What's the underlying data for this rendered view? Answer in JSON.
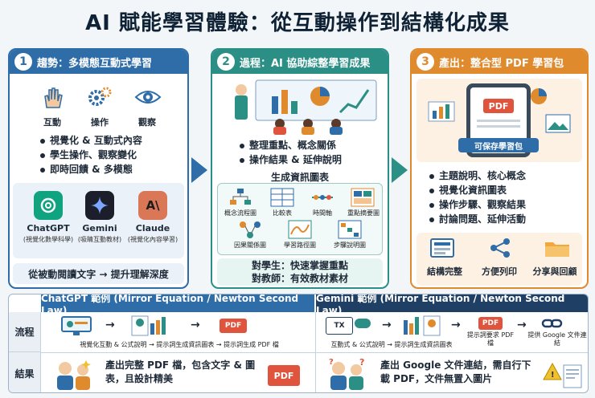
{
  "title": "AI 賦能學習體驗：從互動操作到結構化成果",
  "panel1": {
    "num": "1",
    "heading": "趨勢：多模態互動式學習",
    "icons": [
      "互動",
      "操作",
      "觀察"
    ],
    "bullets": [
      "視覺化 & 互動式內容",
      "學生操作、觀察變化",
      "即時回饋 & 多模態"
    ],
    "tools": [
      {
        "name": "ChatGPT",
        "sub": "(視覺化數學科學)"
      },
      {
        "name": "Gemini",
        "sub": "(吸睛互動教材)"
      },
      {
        "name": "Claude",
        "sub": "(視覺化內容學習)"
      }
    ],
    "footer": "從被動閱讀文字 → 提升理解深度"
  },
  "panel2": {
    "num": "2",
    "heading": "過程：AI 協助綜整學習成果",
    "bullets": [
      "整理重點、概念關係",
      "操作結果 & 延伸說明"
    ],
    "gen_title": "生成資訊圖表",
    "charts": [
      "概念流程圖",
      "比較表",
      "時間軸",
      "重點摘要圖",
      "因果關係圖",
      "學習路徑圖",
      "步驟說明圖"
    ],
    "footer1": "對學生：快速掌握重點",
    "footer2": "對教師：有效教材素材"
  },
  "panel3": {
    "num": "3",
    "heading": "產出：整合型 PDF 學習包",
    "pdf_label": "PDF",
    "badge": "可保存學習包",
    "bullets": [
      "主題說明、核心概念",
      "視覺化資訊圖表",
      "操作步驟、觀察結果",
      "討論問題、延伸活動"
    ],
    "footer_items": [
      "結構完整",
      "方便列印",
      "分享與回顧"
    ]
  },
  "bottom": {
    "chatgpt_head": "ChatGPT 範例 (Mirror Equation / Newton Second Law)",
    "gemini_head": "Gemini 範例 (Mirror Equation / Newton Second Law)",
    "row1_label": "流程",
    "row2_label": "結果",
    "chatgpt_flow": "視覺化互動 & 公式說明 → 提示詞生成資訊圖表 → 提示詞生成 PDF 檔",
    "gemini_flow": "互動式 & 公式說明 → 提示詞生成資訊圖表",
    "gemini_req": "提示詞要求 PDF 檔",
    "gemini_link": "提供 Google 文件連結",
    "chatgpt_result": "產出完整 PDF 檔，包含文字 & 圖表，且設計精美",
    "gemini_result": "產出 Google 文件連結，需自行下載 PDF，文件無置入圖片",
    "pdf": "PDF",
    "tx": "TX"
  }
}
